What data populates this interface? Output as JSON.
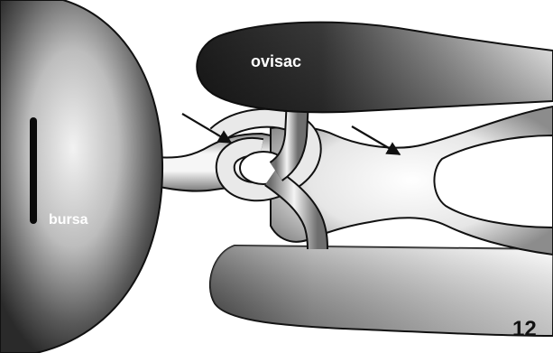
{
  "labels": {
    "bursa": "bursa",
    "ovisac": "ovisac",
    "figure_number": "12"
  },
  "colors": {
    "background": "#ffffff",
    "outline": "#111111",
    "label_light": "#ffffff",
    "label_dark": "#111111"
  }
}
